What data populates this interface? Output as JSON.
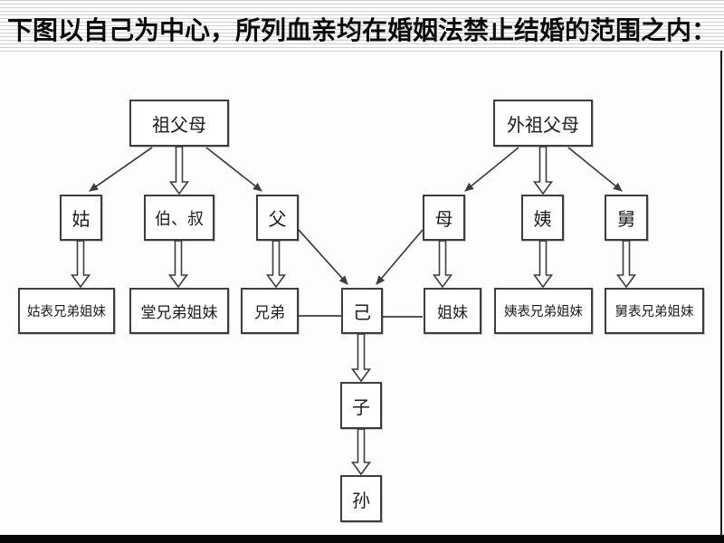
{
  "title": "下图以自己为中心，所列血亲均在婚姻法禁止结婚的范围之内：",
  "diagram": {
    "description_colors": {
      "line": "#3d3d3d",
      "box_border": "#3d3d3d",
      "box_fill": "#ffffff",
      "text": "#1c1c1c",
      "bottom_bar": "#060606",
      "stripe": "#d2d2d2"
    },
    "nodes": {
      "zufumu": {
        "label": "祖父母"
      },
      "waizufumu": {
        "label": "外祖父母"
      },
      "gu": {
        "label": "姑"
      },
      "boshu": {
        "label": "伯、叔"
      },
      "fu": {
        "label": "父"
      },
      "mu": {
        "label": "母"
      },
      "yi": {
        "label": "姨"
      },
      "jiu": {
        "label": "舅"
      },
      "gubiao": {
        "label": "姑表兄弟姐妹"
      },
      "tang": {
        "label": "堂兄弟姐妹"
      },
      "xiongdi": {
        "label": "兄弟"
      },
      "ji": {
        "label": "己"
      },
      "jiemei": {
        "label": "姐妹"
      },
      "yibiao": {
        "label": "姨表兄弟姐妹"
      },
      "jiubiao": {
        "label": "舅表兄弟姐妹"
      },
      "zi": {
        "label": "子"
      },
      "sun": {
        "label": "孙"
      }
    }
  }
}
